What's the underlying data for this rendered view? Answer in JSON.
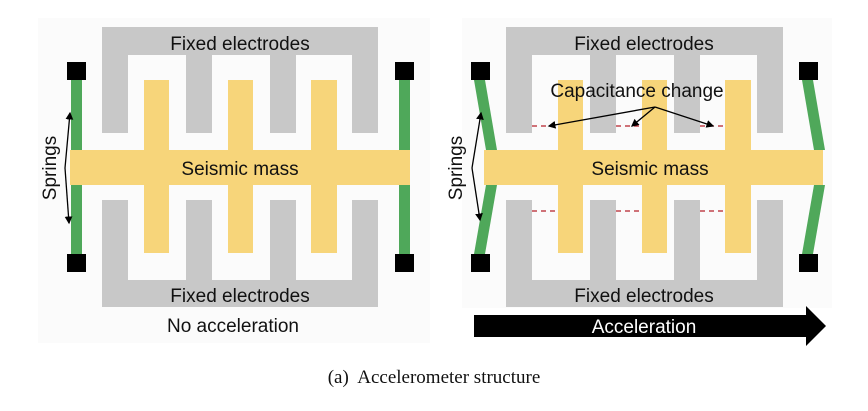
{
  "colors": {
    "background_panel": "#fbfbfb",
    "fixed_electrode": "#c8c8c8",
    "seismic_mass": "#f7d57a",
    "spring": "#4fa85a",
    "anchor": "#000000",
    "capacitance_marker": "#b5202a",
    "arrow": "#000000"
  },
  "panels": [
    {
      "id": "no-acceleration",
      "top_electrode_label": "Fixed electrodes",
      "bottom_electrode_label": "Fixed electrodes",
      "mass_label": "Seismic mass",
      "springs_label": "Springs",
      "condition_label": "No acceleration"
    },
    {
      "id": "acceleration",
      "top_electrode_label": "Fixed electrodes",
      "bottom_electrode_label": "Fixed electrodes",
      "mass_label": "Seismic mass",
      "springs_label": "Springs",
      "annotation_label": "Capacitance change",
      "condition_label": "Acceleration"
    }
  ],
  "caption": "(a)  Accelerometer structure"
}
